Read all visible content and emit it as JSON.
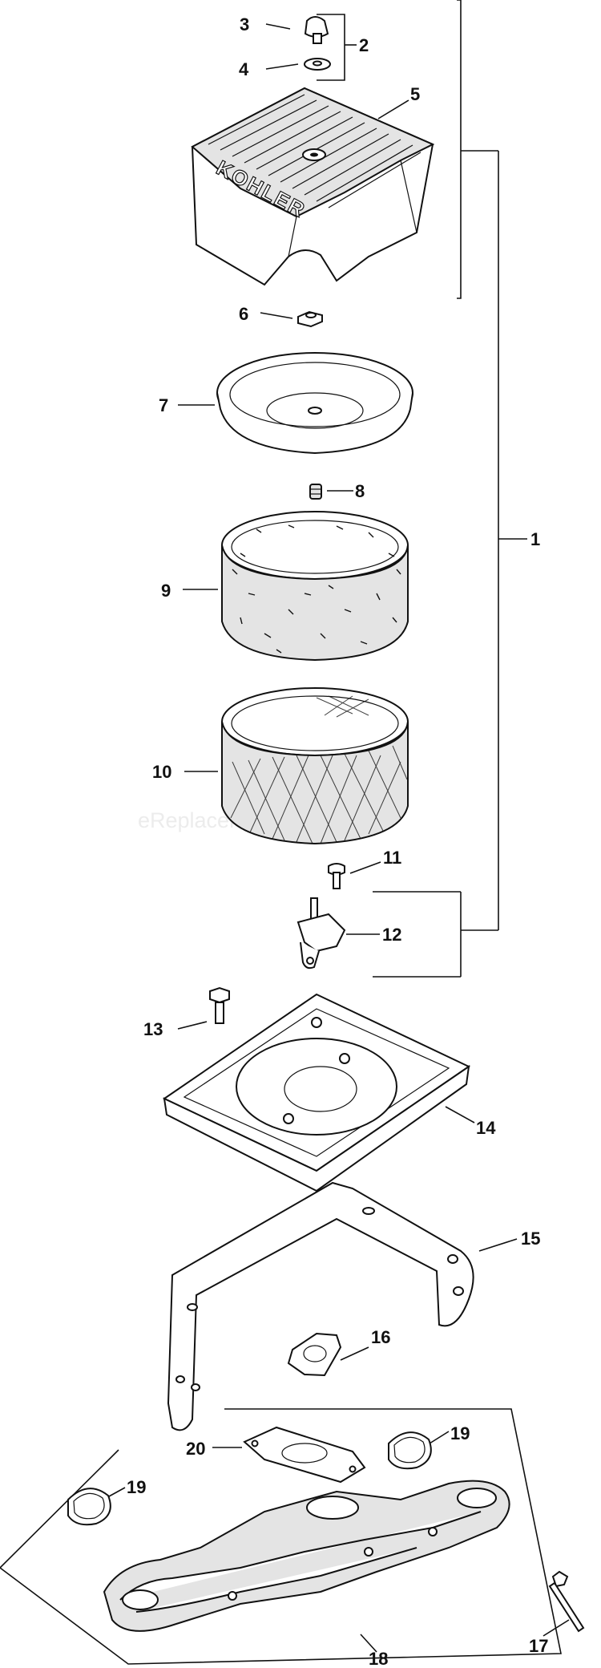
{
  "watermark": "eReplacementParts.com",
  "logo_text": "KOHLER",
  "callouts": [
    "1",
    "2",
    "3",
    "4",
    "5",
    "6",
    "7",
    "8",
    "9",
    "10",
    "11",
    "12",
    "13",
    "14",
    "15",
    "16",
    "17",
    "18",
    "19",
    "20"
  ]
}
